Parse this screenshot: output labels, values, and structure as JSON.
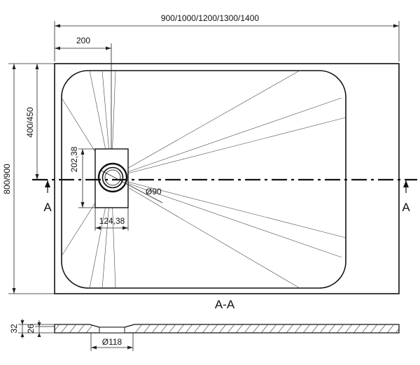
{
  "dimensions": {
    "width_options": "900/1000/1200/1300/1400",
    "drain_offset_x": "200",
    "height_options": "800/900",
    "drain_offset_y": "400/450",
    "drain_cover_height": "202,38",
    "drain_cover_width": "124,38",
    "drain_diameter": "Ø90",
    "thickness_outer": "32",
    "thickness_inner": "26",
    "outlet_diameter": "Ø118"
  },
  "section": {
    "marker_left": "A",
    "marker_right": "A",
    "label": "A-A"
  }
}
